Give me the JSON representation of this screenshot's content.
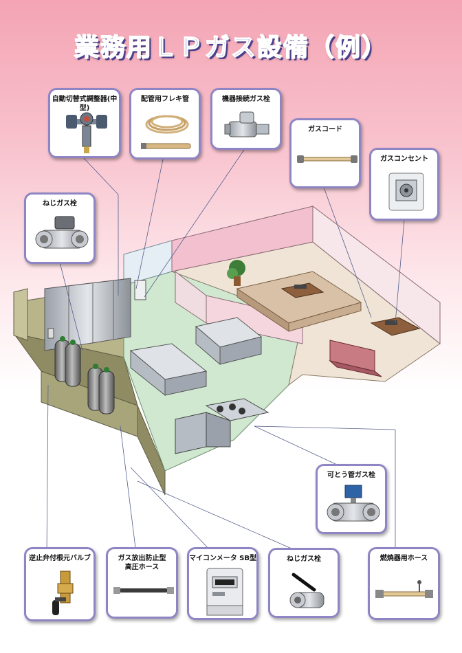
{
  "title": "業務用ＬＰガス設備（例）",
  "labels": {
    "auto_regulator": "自動切替式調整器(中型)",
    "flex_pipe": "配管用フレキ管",
    "appliance_valve": "機器接続ガス栓",
    "gas_cord": "ガスコード",
    "gas_outlet": "ガスコンセント",
    "screw_valve_top": "ねじガス栓",
    "flexible_valve": "可とう管ガス栓",
    "check_valve": "逆止弁付根元バルブ",
    "hp_hose_line1": "ガス放出防止型",
    "hp_hose_line2": "高圧ホース",
    "micom_meter": "マイコンメータ SB型",
    "screw_valve_bottom": "ねじガス栓",
    "burner_hose": "燃焼器用ホース"
  },
  "colors": {
    "title_fill": "#7c84d8",
    "card_border": "#8e86c4",
    "wall_olive": "#a9a57a",
    "floor_green": "#cfe8cf",
    "floor_beige": "#efe4d6",
    "wall_pink": "#f3c0d0",
    "cylinder": "#8a8a8a",
    "valve_blue": "#2e63a6"
  },
  "icons": [
    "regulator-icon",
    "flex-pipe-icon",
    "appliance-valve-icon",
    "gas-cord-icon",
    "gas-outlet-icon",
    "screw-valve-icon",
    "flexible-valve-icon",
    "check-valve-icon",
    "hose-icon",
    "gas-meter-icon",
    "ball-valve-icon",
    "burner-hose-icon"
  ]
}
